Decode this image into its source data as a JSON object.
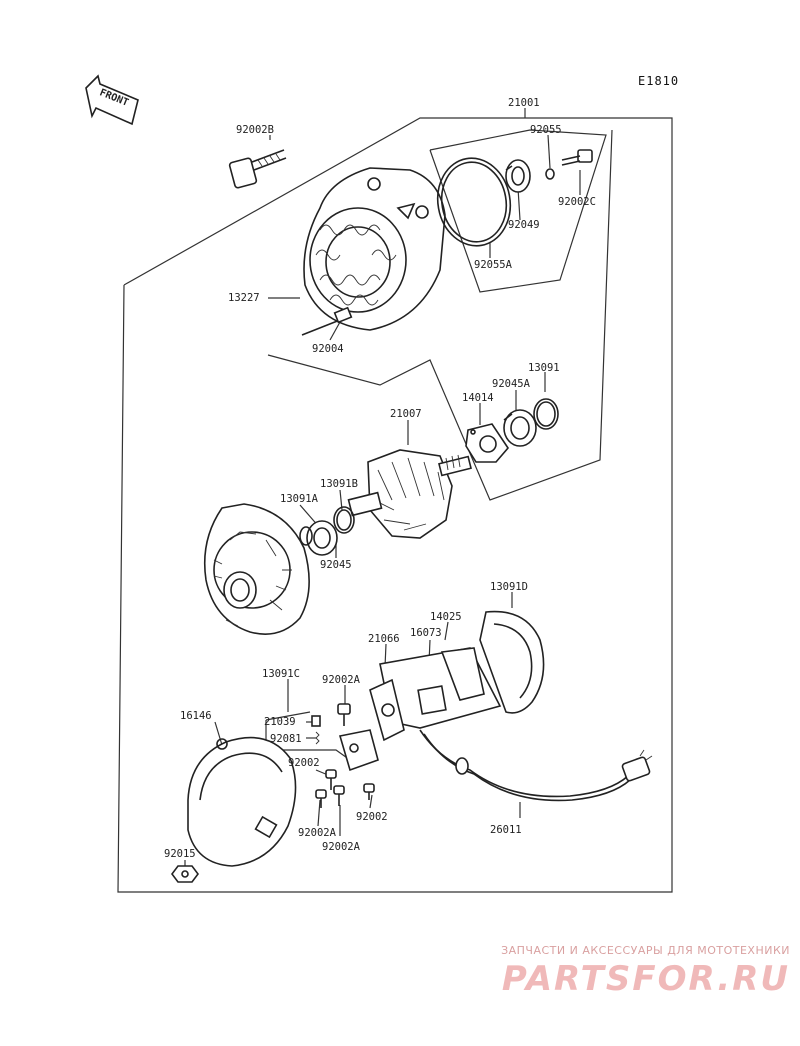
{
  "figure_code": "E1810",
  "front_label": "FRONT",
  "callouts": {
    "p21001": "21001",
    "p92002B": "92002B",
    "p92055": "92055",
    "p92002C": "92002C",
    "p92049": "92049",
    "p92055A": "92055A",
    "p13227": "13227",
    "p92004": "92004",
    "p13091": "13091",
    "p92045A": "92045A",
    "p14014": "14014",
    "p21007": "21007",
    "p13091B": "13091B",
    "p13091A": "13091A",
    "p92045": "92045",
    "p13091D": "13091D",
    "p14025": "14025",
    "p16073": "16073",
    "p21066": "21066",
    "p13091C": "13091C",
    "p92002A_1": "92002A",
    "p21039": "21039",
    "p92081": "92081",
    "p16146": "16146",
    "p92002_1": "92002",
    "p92002_2": "92002",
    "p92002A_2": "92002A",
    "p92002A_3": "92002A",
    "p92015": "92015",
    "p26011": "26011"
  },
  "watermark": {
    "subtitle": "ЗАПЧАСТИ И АКСЕССУАРЫ ДЛЯ МОТОТЕХНИКИ",
    "logo": "PARTSFOR.RU"
  }
}
